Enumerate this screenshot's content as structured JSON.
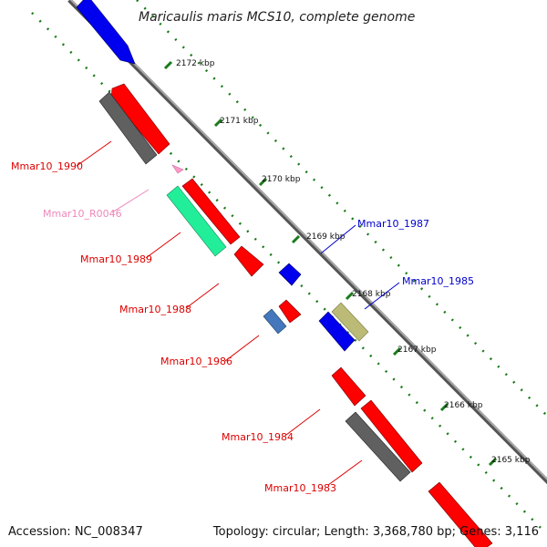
{
  "title": "Maricaulis maris MCS10, complete genome",
  "footer": {
    "accession": "Accession: NC_008347",
    "topology": "Topology: circular; Length: 3,368,780 bp; Genes: 3,116"
  },
  "colors": {
    "backbone": "#888888",
    "forward_gene": "#ff0000",
    "reverse_gene": "#0000ee",
    "rna_gene": "#ff99cc",
    "tick": "#1a7a1a",
    "label_red": "#dd0000",
    "label_blue": "#0000cc",
    "label_pink": "#ee88bb"
  },
  "scale_labels": {
    "k2172": "2172 kbp",
    "k2171": "2171 kbp",
    "k2170": "2170 kbp",
    "k2169": "2169 kbp",
    "k2168": "2168 kbp",
    "k2167": "2167 kbp",
    "k2166": "2166 kbp",
    "k2165": "2165 kbp"
  },
  "gene_labels": {
    "mmar10_1990": "Mmar10_1990",
    "mmar10_r0046": "Mmar10_R0046",
    "mmar10_1989": "Mmar10_1989",
    "mmar10_1988": "Mmar10_1988",
    "mmar10_1987": "Mmar10_1987",
    "mmar10_1986": "Mmar10_1986",
    "mmar10_1985": "Mmar10_1985",
    "mmar10_1984": "Mmar10_1984",
    "mmar10_1983": "Mmar10_1983"
  }
}
